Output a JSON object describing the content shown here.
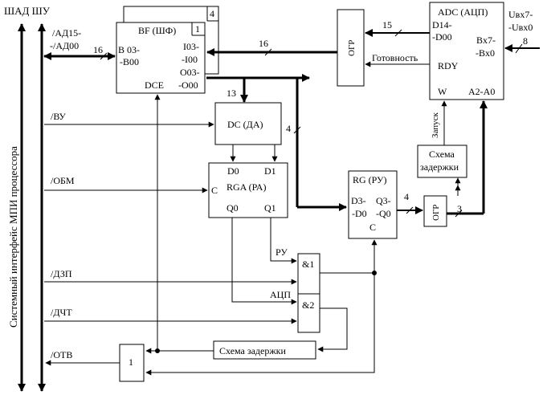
{
  "bus": {
    "shad_label": "ШАД ШУ",
    "interface_label": "Системный интерфейс МПИ процессора"
  },
  "signals": {
    "ad_top": "/АД15-",
    "ad_bottom": "-/АД00",
    "vu": "/ВУ",
    "obm": "/ОБМ",
    "dzp": "/ДЗП",
    "dcht": "/ДЧТ",
    "otv": "/ОТВ"
  },
  "widths": {
    "bus16_a": "16",
    "bus16_b": "16",
    "bus15": "15",
    "bus13": "13",
    "bus4_a": "4",
    "bus4_b": "4",
    "bus3": "3",
    "bus8": "8"
  },
  "bf": {
    "title": "BF (ШФ)",
    "count4": "4",
    "count1": "1",
    "b_top": "B 03-",
    "b_bottom": "-B00",
    "i_top": "I03-",
    "i_bottom": "-I00",
    "o_top": "O03-",
    "o_bottom": "-O00",
    "dce": "DCE"
  },
  "dc": {
    "title": "DC (ДА)"
  },
  "rga": {
    "title": "RGA (РА)",
    "d0": "D0",
    "d1": "D1",
    "c": "C",
    "q0": "Q0",
    "q1": "Q1"
  },
  "rg": {
    "title": "RG (РУ)",
    "d_top": "D3-",
    "d_bottom": "-D0",
    "q_top": "Q3-",
    "q_bottom": "-Q0",
    "c": "C"
  },
  "adc": {
    "title": "ADC (АЦП)",
    "d_top": "D14-",
    "d_bottom": "-D00",
    "bx_top": "Bx7-",
    "bx_bottom": "-Bx0",
    "rdy": "RDY",
    "w": "W",
    "a": "A2-A0",
    "uin_top": "Uвх7-",
    "uin_bottom": "-Uвх0"
  },
  "ogr_top": "ОГР",
  "ogr_mid": "ОГР",
  "gotovnost": "Готовность",
  "zapusk": "Запуск",
  "delay_top": {
    "line1": "Схема",
    "line2": "задержки"
  },
  "delay_bottom": "Схема задержки",
  "gates": {
    "and1": "&1",
    "and2": "&2",
    "or1": "1",
    "ru": "РУ",
    "acp": "АЦП"
  }
}
